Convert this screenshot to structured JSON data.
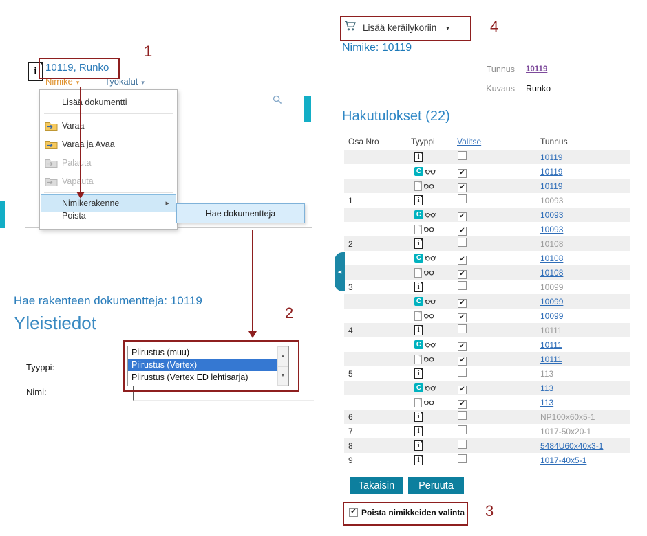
{
  "colors": {
    "accent_blue": "#2a7dbb",
    "teal_button": "#0d7f9e",
    "teal_strip": "#13aec6",
    "annotation_red": "#8e1f1f",
    "link_blue": "#2e6db8",
    "visited_purple": "#7d4a9b",
    "menu_orange": "#e0932f",
    "icon_teal": "#00b2bf",
    "selection_blue": "#3578d2",
    "row_stripe": "#efefef"
  },
  "annotations": {
    "label_1": "1",
    "label_2": "2",
    "label_3": "3",
    "label_4": "4"
  },
  "left_window": {
    "title": "10119, Runko",
    "menu": {
      "nimike": "Nimike",
      "tyokalut": "Työkalut"
    },
    "dropdown": {
      "items": [
        {
          "label": "Lisää dokumentti"
        },
        {
          "label": "Varaa",
          "icon": "folder",
          "divider_before": true
        },
        {
          "label": "Varaa ja Avaa",
          "icon": "folder"
        },
        {
          "label": "Palauta",
          "icon": "folder",
          "disabled": true
        },
        {
          "label": "Vapauta",
          "icon": "folder",
          "disabled": true
        },
        {
          "label": "Nimikerakenne",
          "highlighted": true,
          "submenu": true,
          "divider_before": true
        },
        {
          "label": "Poista",
          "clipped": true
        }
      ],
      "submenu_item": "Hae dokumentteja"
    }
  },
  "search_form": {
    "heading": "Hae rakenteen dokumentteja: 10119",
    "subheading": "Yleistiedot",
    "tyyppi_label": "Tyyppi:",
    "nimi_label": "Nimi:",
    "nimi_value": "",
    "listbox": {
      "options": [
        "Piirustus (muu)",
        "Piirustus (Vertex)",
        "Piirustus (Vertex ED lehtisarja)"
      ],
      "selected_index": 1
    }
  },
  "right_panel": {
    "basket_button": "Lisää keräilykoriin",
    "nimike_heading": "Nimike: 10119",
    "tunnus_label": "Tunnus",
    "tunnus_value": "10119",
    "kuvaus_label": "Kuvaus",
    "kuvaus_value": "Runko",
    "results_heading": "Hakutulokset (22)",
    "table": {
      "headers": [
        "Osa Nro",
        "Tyyppi",
        "Valitse",
        "Tunnus"
      ],
      "rows": [
        {
          "osa": "",
          "icon": "info",
          "checked": false,
          "tunnus": "10119",
          "link": true
        },
        {
          "osa": "",
          "icon": "model",
          "checked": true,
          "tunnus": "10119",
          "link": true
        },
        {
          "osa": "",
          "icon": "doc",
          "checked": true,
          "tunnus": "10119",
          "link": true
        },
        {
          "osa": "1",
          "icon": "info",
          "checked": false,
          "tunnus": "10093",
          "link": false
        },
        {
          "osa": "",
          "icon": "model",
          "checked": true,
          "tunnus": "10093",
          "link": true
        },
        {
          "osa": "",
          "icon": "doc",
          "checked": true,
          "tunnus": "10093",
          "link": true
        },
        {
          "osa": "2",
          "icon": "info",
          "checked": false,
          "tunnus": "10108",
          "link": false
        },
        {
          "osa": "",
          "icon": "model",
          "checked": true,
          "tunnus": "10108",
          "link": true
        },
        {
          "osa": "",
          "icon": "doc",
          "checked": true,
          "tunnus": "10108",
          "link": true
        },
        {
          "osa": "3",
          "icon": "info",
          "checked": false,
          "tunnus": "10099",
          "link": false
        },
        {
          "osa": "",
          "icon": "model",
          "checked": true,
          "tunnus": "10099",
          "link": true
        },
        {
          "osa": "",
          "icon": "doc",
          "checked": true,
          "tunnus": "10099",
          "link": true
        },
        {
          "osa": "4",
          "icon": "info",
          "checked": false,
          "tunnus": "10111",
          "link": false
        },
        {
          "osa": "",
          "icon": "model",
          "checked": true,
          "tunnus": "10111",
          "link": true
        },
        {
          "osa": "",
          "icon": "doc",
          "checked": true,
          "tunnus": "10111",
          "link": true
        },
        {
          "osa": "5",
          "icon": "info",
          "checked": false,
          "tunnus": "113",
          "link": false
        },
        {
          "osa": "",
          "icon": "model",
          "checked": true,
          "tunnus": "113",
          "link": true
        },
        {
          "osa": "",
          "icon": "doc",
          "checked": true,
          "tunnus": "113",
          "link": true
        },
        {
          "osa": "6",
          "icon": "info",
          "checked": false,
          "tunnus": "NP100x60x5-1",
          "link": false
        },
        {
          "osa": "7",
          "icon": "info",
          "checked": false,
          "tunnus": "1017-50x20-1",
          "link": false
        },
        {
          "osa": "8",
          "icon": "info",
          "checked": false,
          "tunnus": "5484U60x40x3-1",
          "link": true
        },
        {
          "osa": "9",
          "icon": "info",
          "checked": false,
          "tunnus": "1017-40x5-1",
          "link": true
        }
      ]
    },
    "back_button": "Takaisin",
    "cancel_button": "Peruuta",
    "clear_checkbox_label": "Poista nimikkeiden valinta",
    "clear_checkbox_checked": true
  }
}
